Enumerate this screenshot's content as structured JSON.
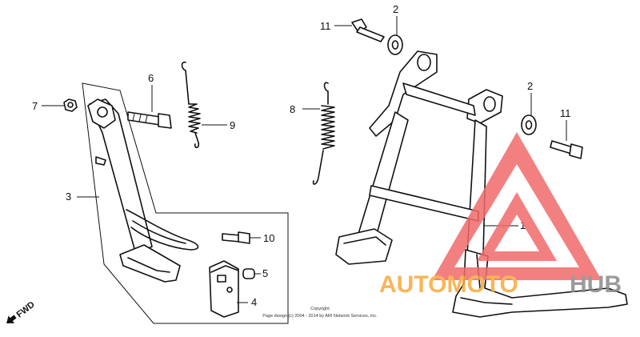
{
  "parts": [
    {
      "number": "1"
    },
    {
      "number": "2"
    },
    {
      "number": "2"
    },
    {
      "number": "3"
    },
    {
      "number": "4"
    },
    {
      "number": "5"
    },
    {
      "number": "6"
    },
    {
      "number": "7"
    },
    {
      "number": "8"
    },
    {
      "number": "9"
    },
    {
      "number": "10"
    },
    {
      "number": "11"
    },
    {
      "number": "11"
    }
  ],
  "direction_marker": "FWD",
  "copyright_title": "Copyright",
  "copyright_line": "Page design (c) 2004 - 2014 by ARI Network Services, Inc.",
  "watermark": {
    "text_orange": "AUTOMOTO",
    "text_gray": "HUB",
    "color_red": "#f26a6a",
    "color_orange": "#f7a93a",
    "color_gray": "#8a8a8a"
  }
}
